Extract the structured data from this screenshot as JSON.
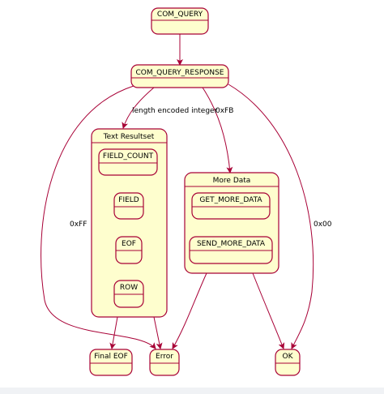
{
  "states": {
    "com_query": "COM_QUERY",
    "com_query_response": "COM_QUERY_RESPONSE",
    "text_resultset": "Text Resultset",
    "field_count": "FIELD_COUNT",
    "field": "FIELD",
    "eof": "EOF",
    "row": "ROW",
    "more_data": "More Data",
    "get_more_data": "GET_MORE_DATA",
    "send_more_data": "SEND_MORE_DATA",
    "final_eof": "Final EOF",
    "error": "Error",
    "ok": "OK"
  },
  "transitions": {
    "length_encoded_integer": "length encoded integer",
    "hex_fb": "0xFB",
    "hex_ff": "0xFF",
    "hex_00": "0x00"
  },
  "colors": {
    "state_fill": "#FEFECE",
    "state_border": "#A80036",
    "arrow": "#A80036"
  }
}
